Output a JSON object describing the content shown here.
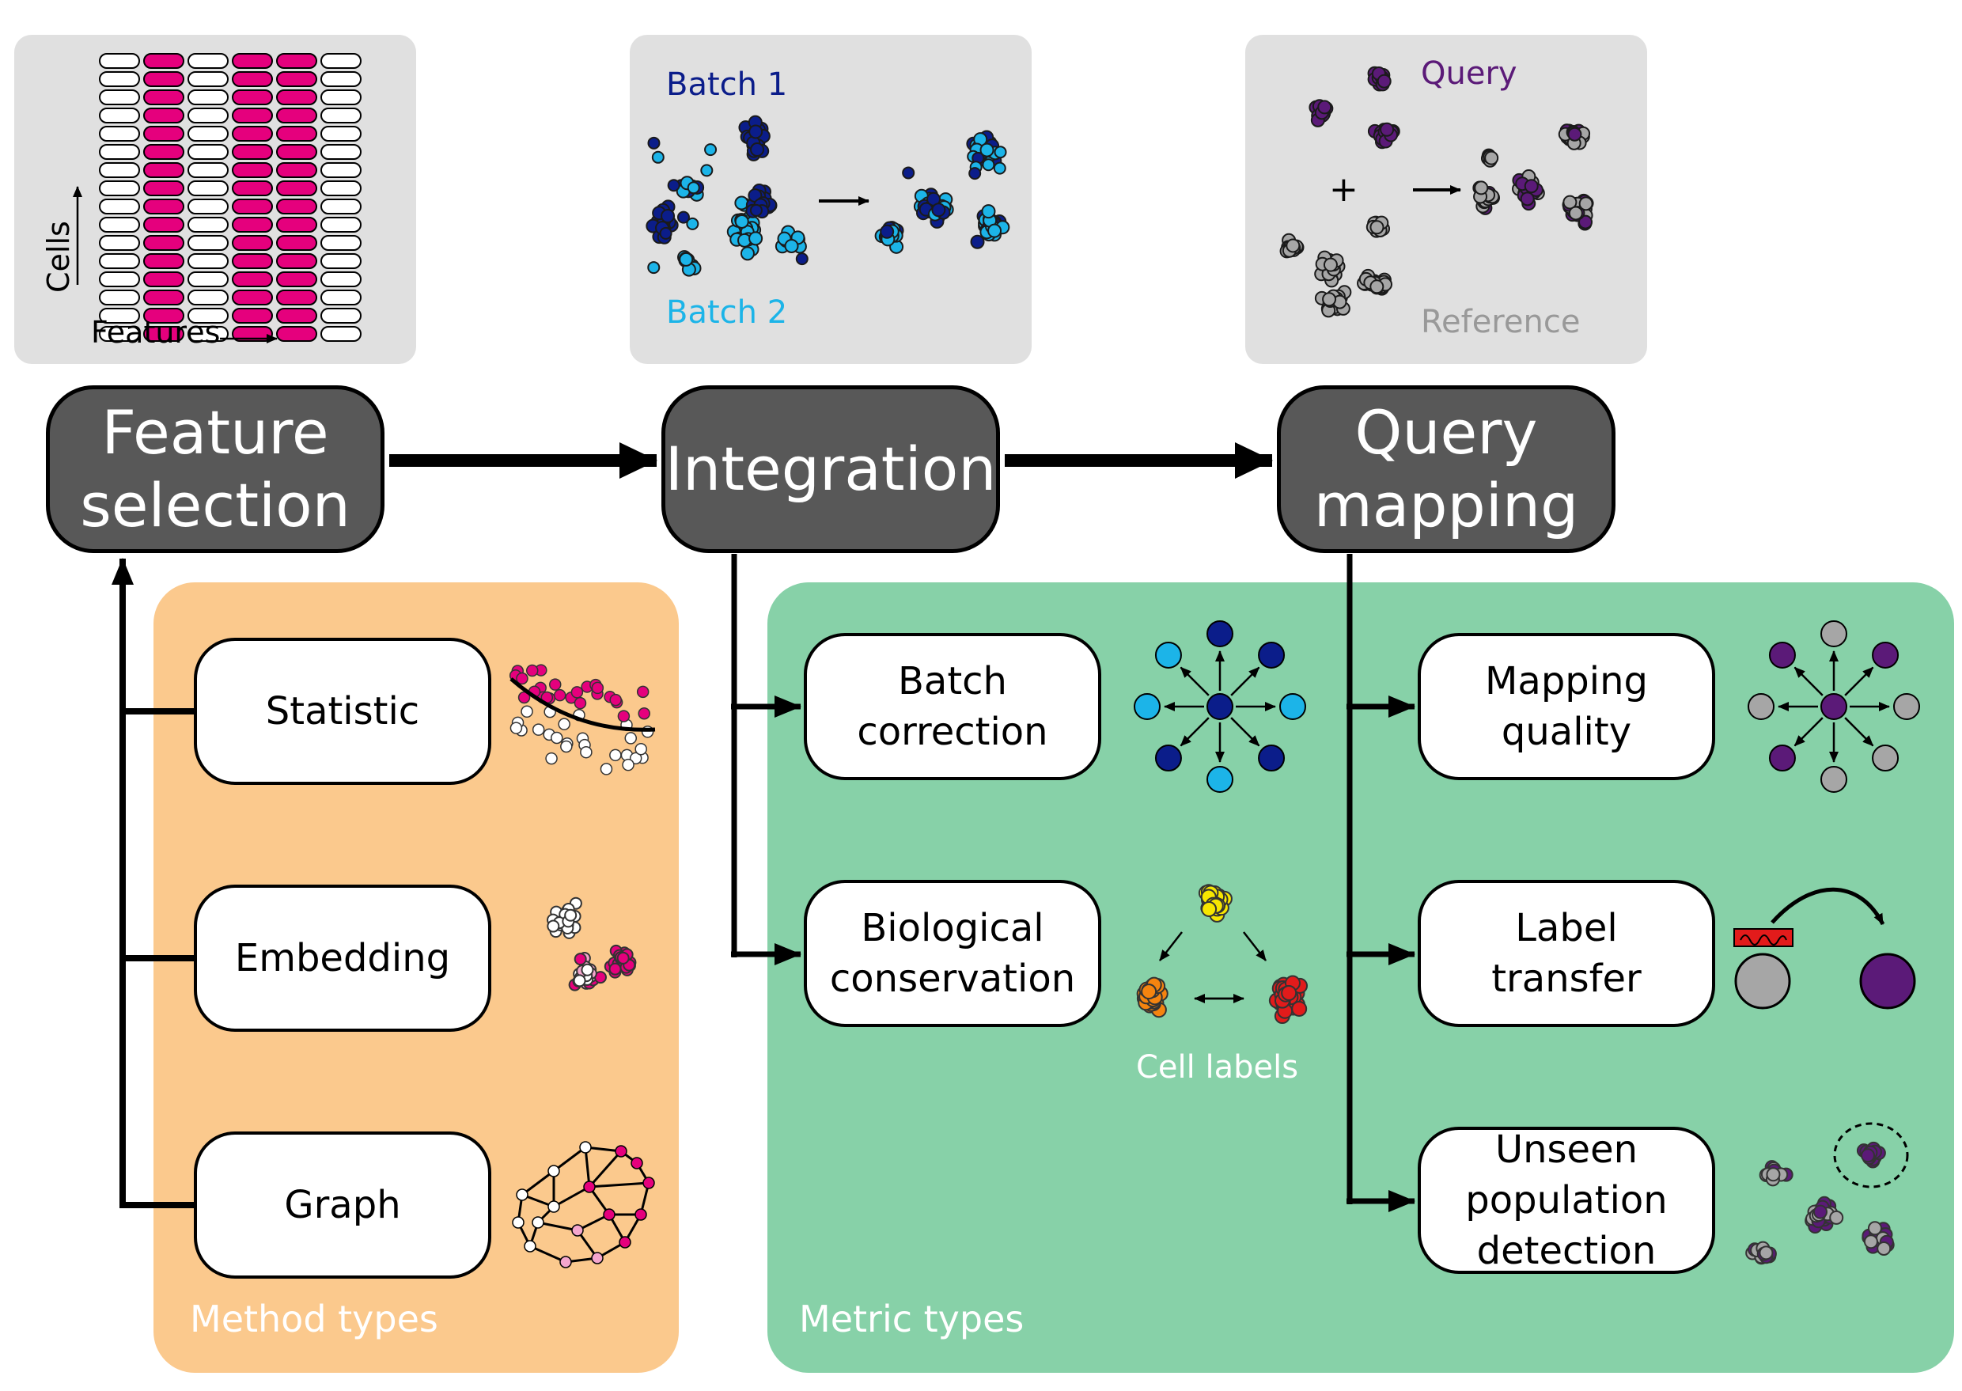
{
  "stages": {
    "feature_selection": [
      "Feature",
      "selection"
    ],
    "integration": [
      "Integration"
    ],
    "query_mapping": [
      "Query",
      "mapping"
    ]
  },
  "panels": {
    "matrix": {
      "y_label": "Cells",
      "x_label": "Features"
    },
    "integration": {
      "batch1": "Batch 1",
      "batch2": "Batch 2"
    },
    "query": {
      "query": "Query",
      "plus": "+",
      "reference": "Reference"
    }
  },
  "method_region": {
    "caption": "Method types",
    "methods": [
      "Statistic",
      "Embedding",
      "Graph"
    ]
  },
  "metric_region": {
    "caption": "Metric types",
    "integration_metrics": [
      [
        "Batch",
        "correction"
      ],
      [
        "Biological",
        "conservation"
      ]
    ],
    "cell_labels_caption": "Cell labels",
    "mapping_metrics": [
      [
        "Mapping",
        "quality"
      ],
      [
        "Label",
        "transfer"
      ],
      [
        "Unseen",
        "population",
        "detection"
      ]
    ]
  },
  "colors": {
    "magenta": "#e5007d",
    "pink_light": "#f4a6cd",
    "navy": "#0b1d8a",
    "sky": "#1cb4e8",
    "purple": "#5b1a78",
    "grey_cell": "#a6a6a6",
    "orange_region": "#fbc98d",
    "green_region": "#87d1a8",
    "stage_fill": "#585858",
    "panel_fill": "#e0e0e0",
    "yellow": "#f7e600",
    "orange": "#f5840f",
    "red": "#e21b1b"
  }
}
